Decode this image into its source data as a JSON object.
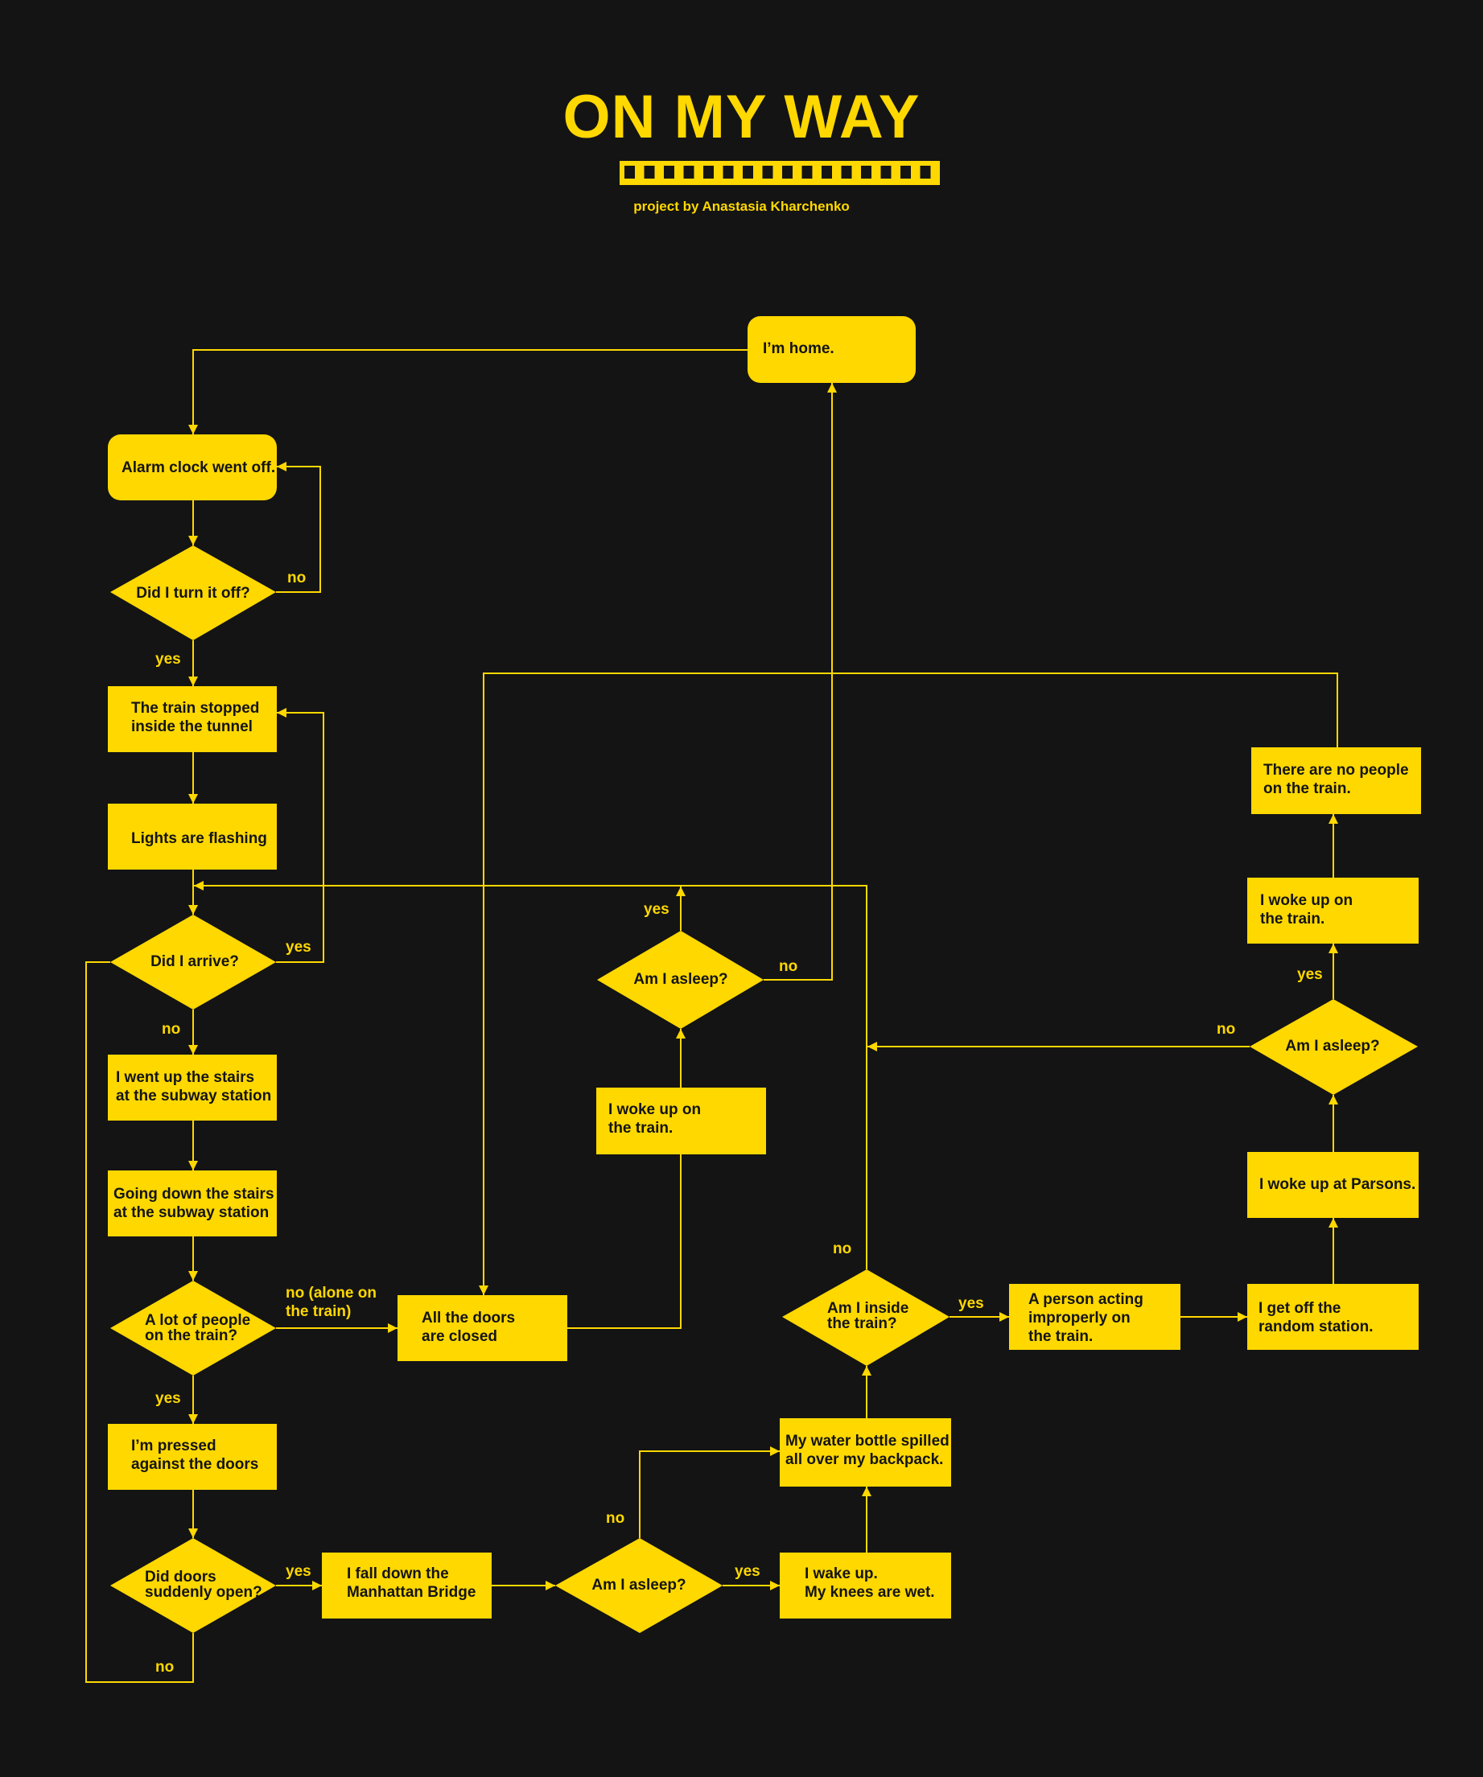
{
  "header": {
    "title": "ON MY WAY",
    "subtitle": "project by Anastasia Kharchenko"
  },
  "colors": {
    "background": "#141414",
    "accent": "#ffd800",
    "node_text": "#141414"
  },
  "nodes": {
    "home": "I’m home.",
    "alarm": "Alarm clock went off.",
    "turn_off": "Did I turn it off?",
    "tunnel": [
      "The train stopped",
      "inside the tunnel"
    ],
    "lights": "Lights are flashing",
    "arrive": "Did I arrive?",
    "up_stairs": [
      "I went up the stairs",
      "at the subway station"
    ],
    "down_stairs": [
      "Going down the stairs",
      "at the subway station"
    ],
    "lot_people": [
      "A lot of people",
      "on the train?"
    ],
    "pressed": [
      "I’m pressed",
      "against the doors"
    ],
    "doors_open": [
      "Did doors",
      "suddenly open?"
    ],
    "doors_closed": [
      "All the doors",
      "are closed"
    ],
    "woke_train_1": [
      "I woke up on",
      "the train."
    ],
    "asleep_1": "Am I asleep?",
    "fall_bridge": [
      "I fall down the",
      "Manhattan Bridge"
    ],
    "asleep_2": "Am I asleep?",
    "wake_up": [
      "I wake up.",
      "My knees are wet."
    ],
    "water_bottle": [
      "My water bottle spilled",
      "all over my backpack."
    ],
    "inside_train": [
      "Am I inside",
      "the train?"
    ],
    "person_acting": [
      "A person acting",
      "improperly on",
      "the train."
    ],
    "get_off": [
      "I get off the",
      "random station."
    ],
    "parsons": "I woke up at Parsons.",
    "asleep_3": "Am I asleep?",
    "woke_train_2": [
      "I woke up on",
      "the train."
    ],
    "no_people": [
      "There are no people",
      "on the train."
    ]
  },
  "edge_labels": {
    "turn_off_no": "no",
    "turn_off_yes": "yes",
    "arrive_yes": "yes",
    "arrive_no": "no",
    "alone_on_train": [
      "no (alone on",
      "the train)"
    ],
    "lot_people_yes": "yes",
    "doors_open_yes": "yes",
    "doors_open_no": "no",
    "asleep_1_yes": "yes",
    "asleep_1_no": "no",
    "asleep_2_no": "no",
    "asleep_2_yes": "yes",
    "inside_train_no": "no",
    "inside_train_yes": "yes",
    "asleep_3_no": "no",
    "asleep_3_yes": "yes"
  }
}
